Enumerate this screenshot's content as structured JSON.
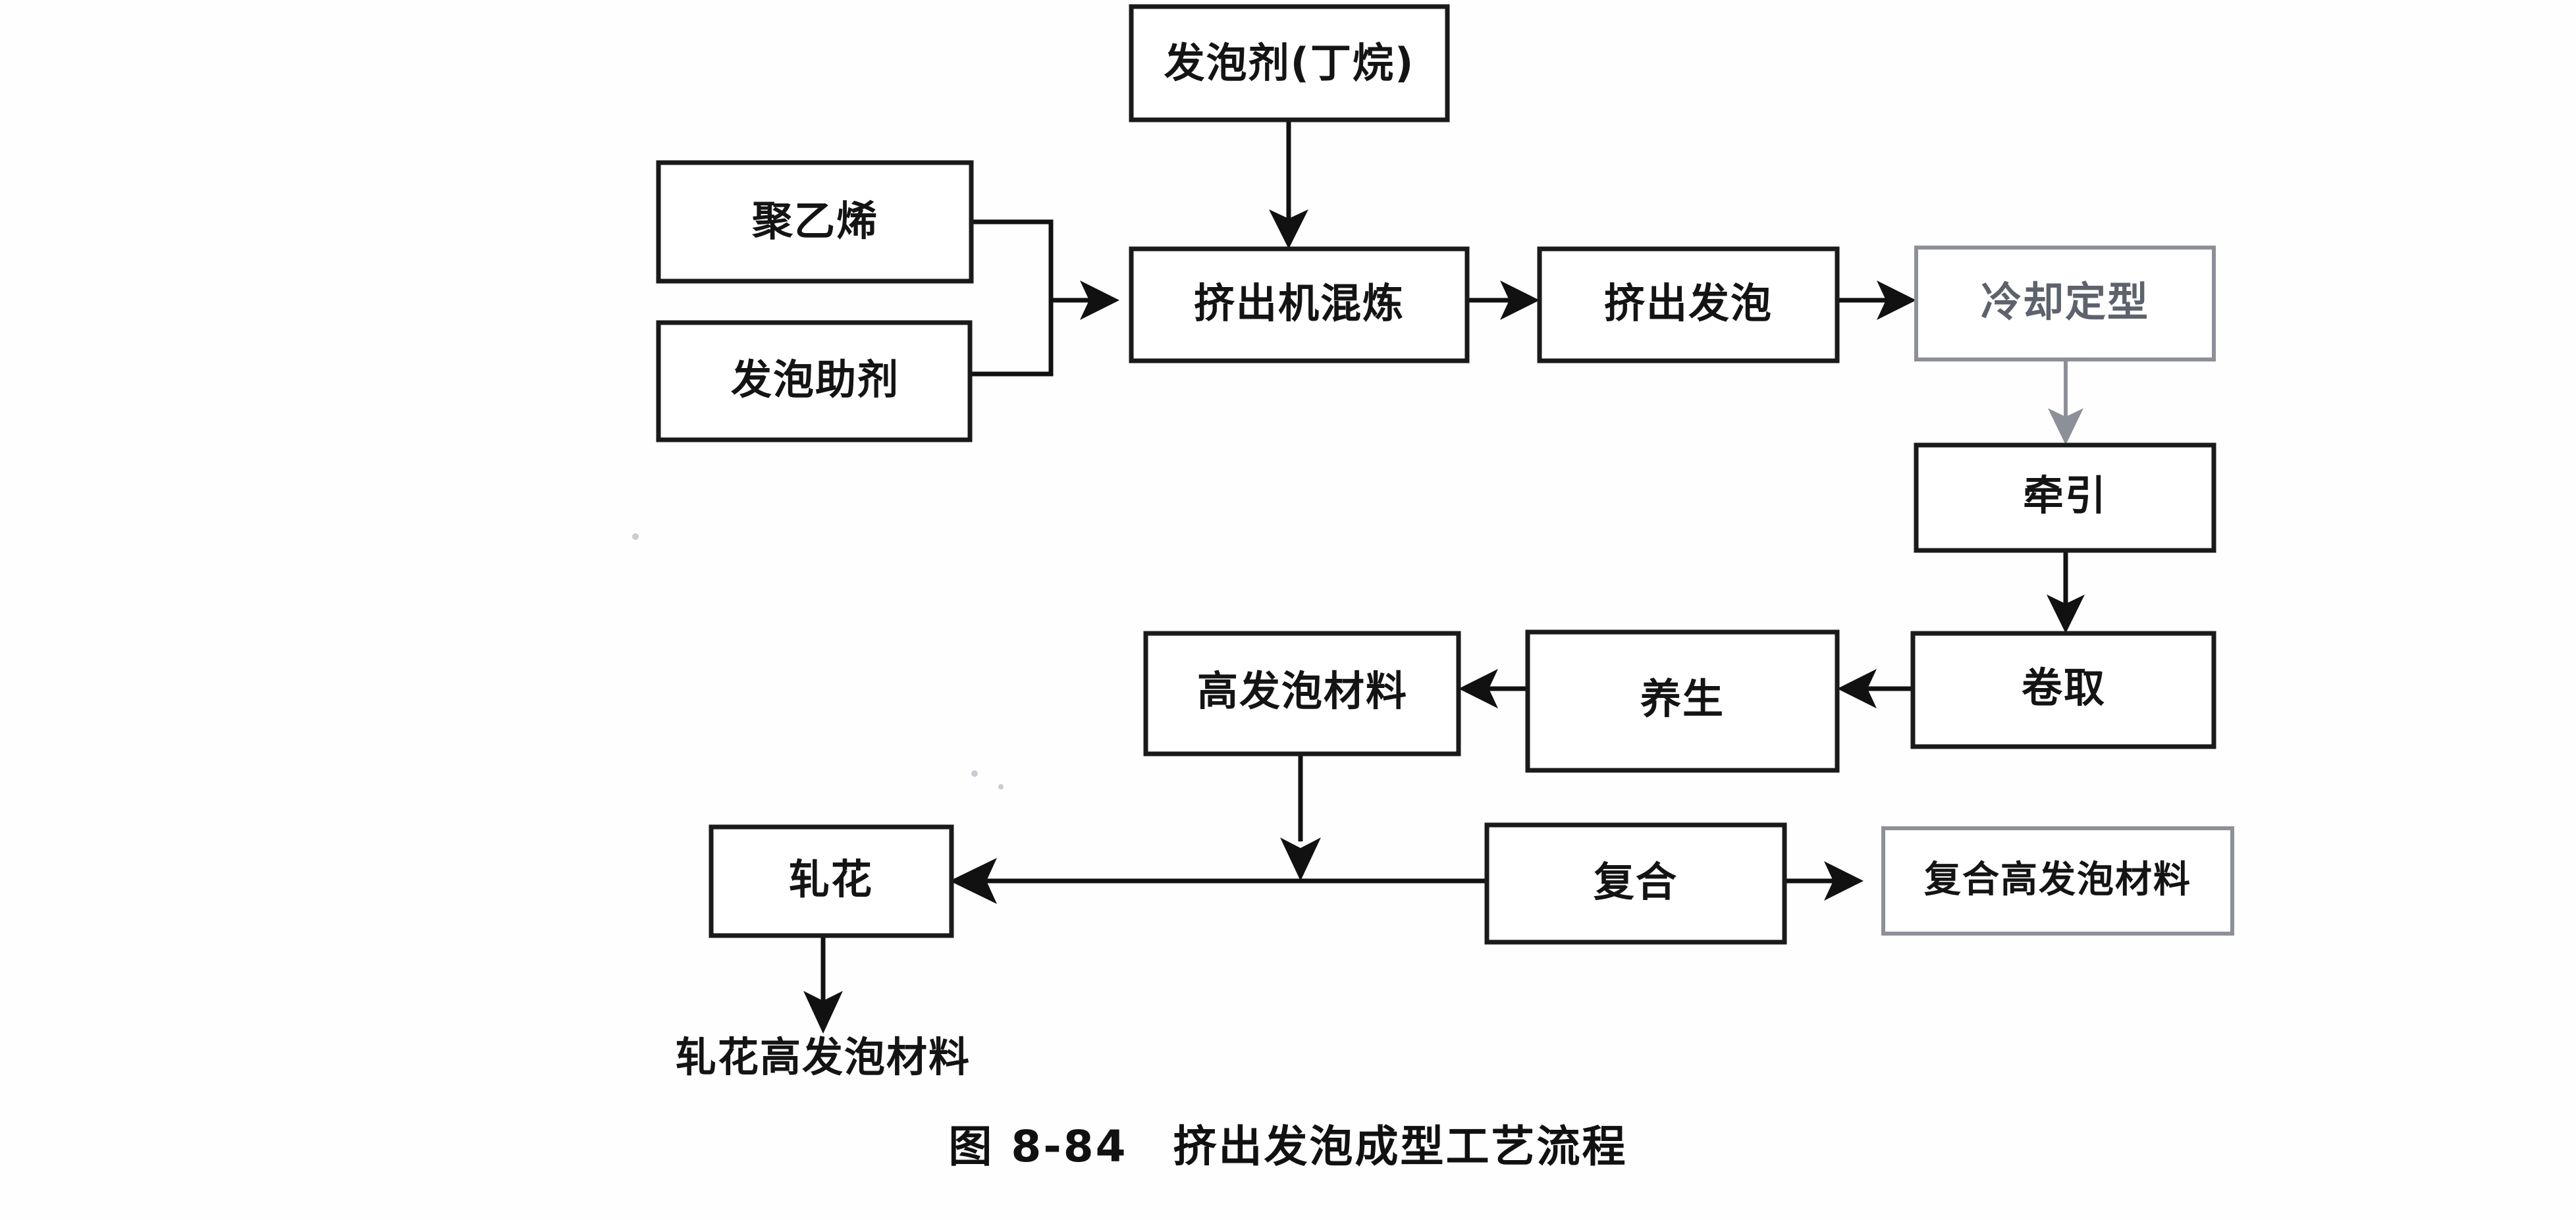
{
  "figure": {
    "caption_number": "图 8-84",
    "caption_title": "挤出发泡成型工艺流程",
    "caption_full": "图 8-84　挤出发泡成型工艺流程",
    "background_color": "#fefefe",
    "line_color": "#111111",
    "faint_line_color": "#8d9099",
    "text_color": "#141414"
  },
  "nodes": {
    "blowing_agent": "发泡剂(丁烷)",
    "polyethylene": "聚乙烯",
    "foaming_aid": "发泡助剂",
    "extruder_mixing": "挤出机混炼",
    "extrusion_foaming": "挤出发泡",
    "cooling_sizing": "冷却定型",
    "traction": "牵引",
    "winding": "卷取",
    "curing": "养生",
    "high_foam_material": "高发泡材料",
    "embossing": "轧花",
    "lamination": "复合",
    "laminated_high_foam_material": "复合高发泡材料",
    "embossed_high_foam_material": "轧花高发泡材料"
  },
  "edges": [
    {
      "from": "发泡剂(丁烷)",
      "to": "挤出机混炼",
      "direction": "down"
    },
    {
      "from": "聚乙烯",
      "to": "挤出机混炼",
      "direction": "right"
    },
    {
      "from": "发泡助剂",
      "to": "挤出机混炼",
      "direction": "right"
    },
    {
      "from": "挤出机混炼",
      "to": "挤出发泡",
      "direction": "right"
    },
    {
      "from": "挤出发泡",
      "to": "冷却定型",
      "direction": "right"
    },
    {
      "from": "冷却定型",
      "to": "牵引",
      "direction": "down"
    },
    {
      "from": "牵引",
      "to": "卷取",
      "direction": "down"
    },
    {
      "from": "卷取",
      "to": "养生",
      "direction": "left"
    },
    {
      "from": "养生",
      "to": "高发泡材料",
      "direction": "left"
    },
    {
      "from": "高发泡材料",
      "to": "轧花",
      "direction": "down-left"
    },
    {
      "from": "复合",
      "to": "轧花",
      "direction": "left"
    },
    {
      "from": "复合",
      "to": "复合高发泡材料",
      "direction": "right"
    },
    {
      "from": "轧花",
      "to": "轧花高发泡材料",
      "direction": "down"
    }
  ]
}
